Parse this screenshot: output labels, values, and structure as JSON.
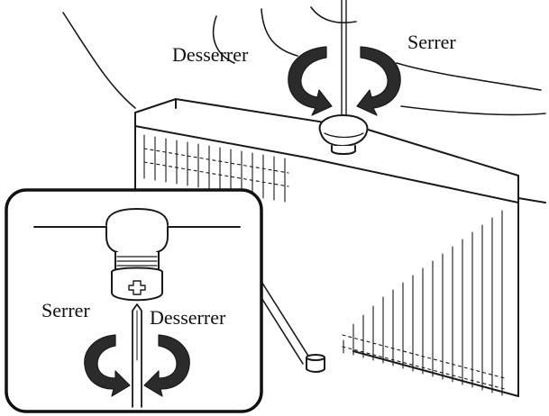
{
  "labels": {
    "top_loosen": "Desserrer",
    "top_tighten": "Serrer",
    "inset_tighten": "Serrer",
    "inset_loosen": "Desserrer"
  },
  "colors": {
    "line": "#1a1a1a",
    "arrow_fill": "#2b2b2b",
    "background": "#ffffff"
  }
}
